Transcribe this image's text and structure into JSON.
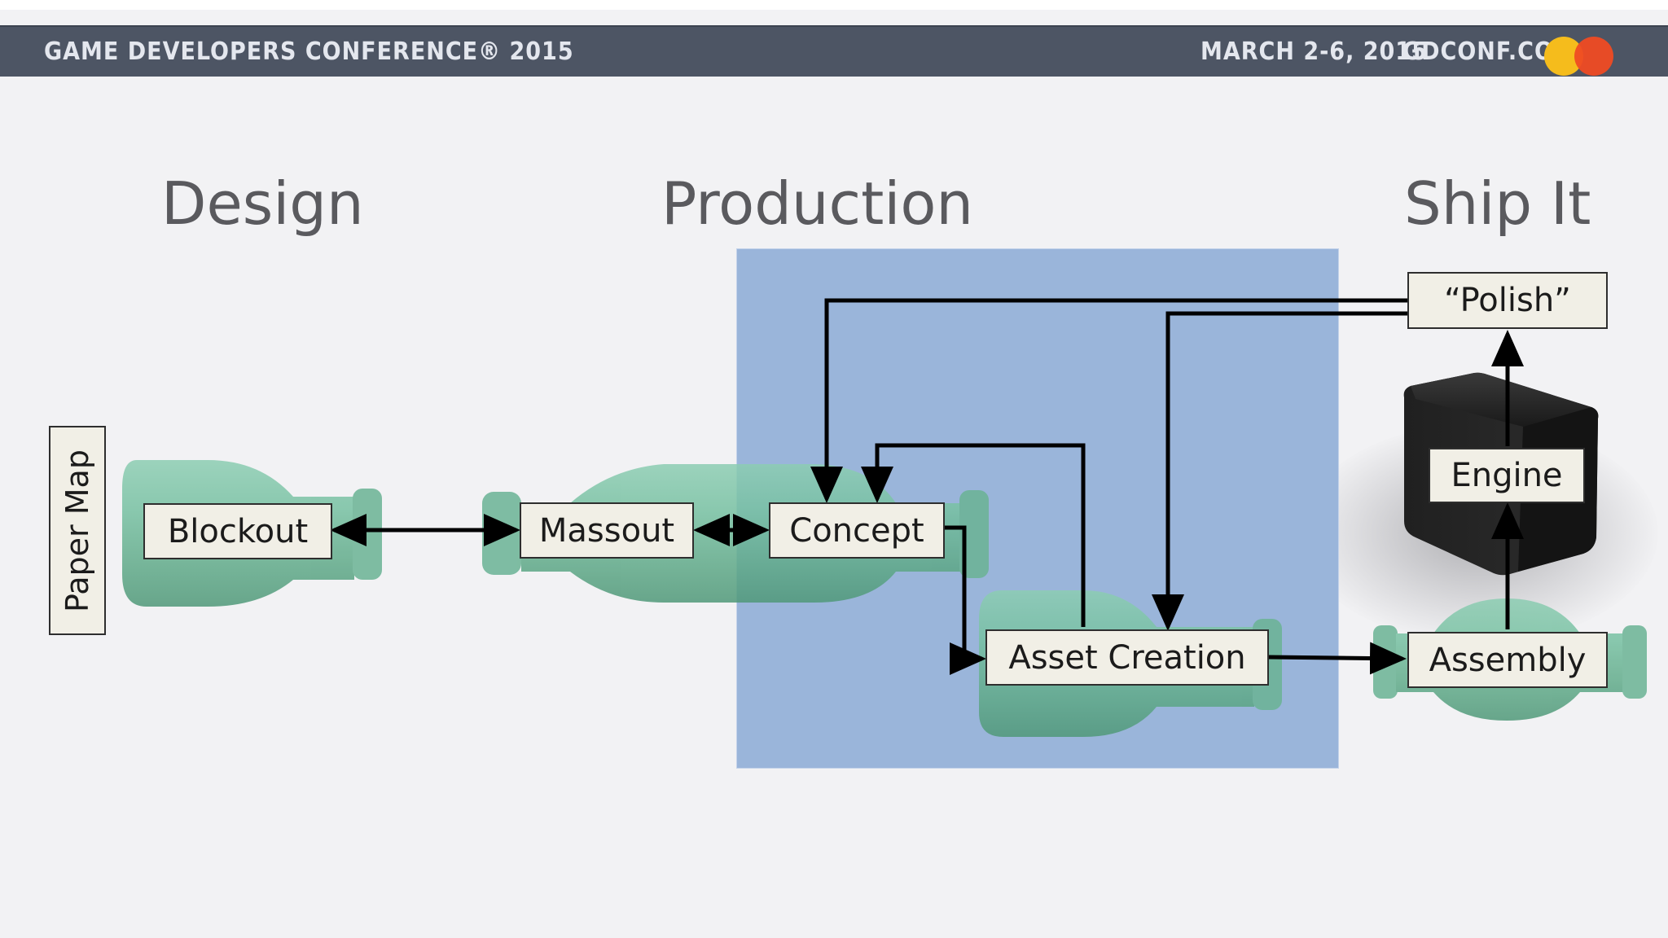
{
  "header": {
    "conference": "GAME DEVELOPERS CONFERENCE® 2015",
    "dates": "MARCH 2-6, 2015",
    "website": "GDCONF.COM",
    "logo_colors": [
      "#f5bc1c",
      "#ef4b23"
    ]
  },
  "phases": {
    "design": "Design",
    "production": "Production",
    "ship": "Ship It"
  },
  "nodes": {
    "paper_map": "Paper Map",
    "blockout": "Blockout",
    "massout": "Massout",
    "concept": "Concept",
    "asset_creation": "Asset Creation",
    "polish": "“Polish”",
    "engine": "Engine",
    "assembly": "Assembly"
  },
  "colors": {
    "production_area": "#9ab5da",
    "bottle": "#6fb89a",
    "box_fill": "#f1efe6",
    "header_bar": "#4d5564"
  }
}
